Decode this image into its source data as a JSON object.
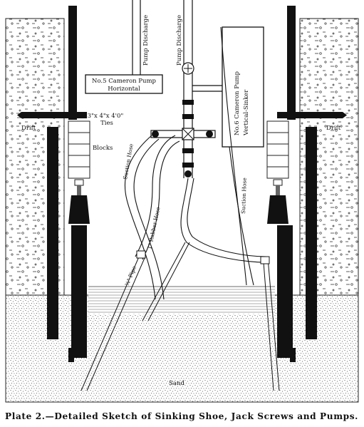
{
  "labels": {
    "pump_discharge_left": "Pump Discharge",
    "pump_discharge_right": "Pump Discharge",
    "no5_line1": "No.5 Cameron Pump",
    "no5_line2": "Horizontal",
    "no6_line1": "No.6 Cameron Pump",
    "no6_line2": "Vertical-Sinker",
    "ties_line1": "3\"x 4\"x 4'0\"",
    "ties_line2": "Ties",
    "drift_left": "Drift",
    "drift_right": "Drift",
    "blocks": "Blocks",
    "suction_hose_left": "Suction Hose",
    "suction_hose_right": "Suction Hose",
    "rubber_hose": "1\" Rubber Hose",
    "pipe": "¾\" Pipe",
    "sand": "Sand"
  },
  "caption": "Plate 2.—Detailed Sketch of Sinking Shoe, Jack Screws and Pumps.",
  "colors": {
    "ink": "#111111",
    "water": "#9a9a9a",
    "paper": "#ffffff"
  }
}
